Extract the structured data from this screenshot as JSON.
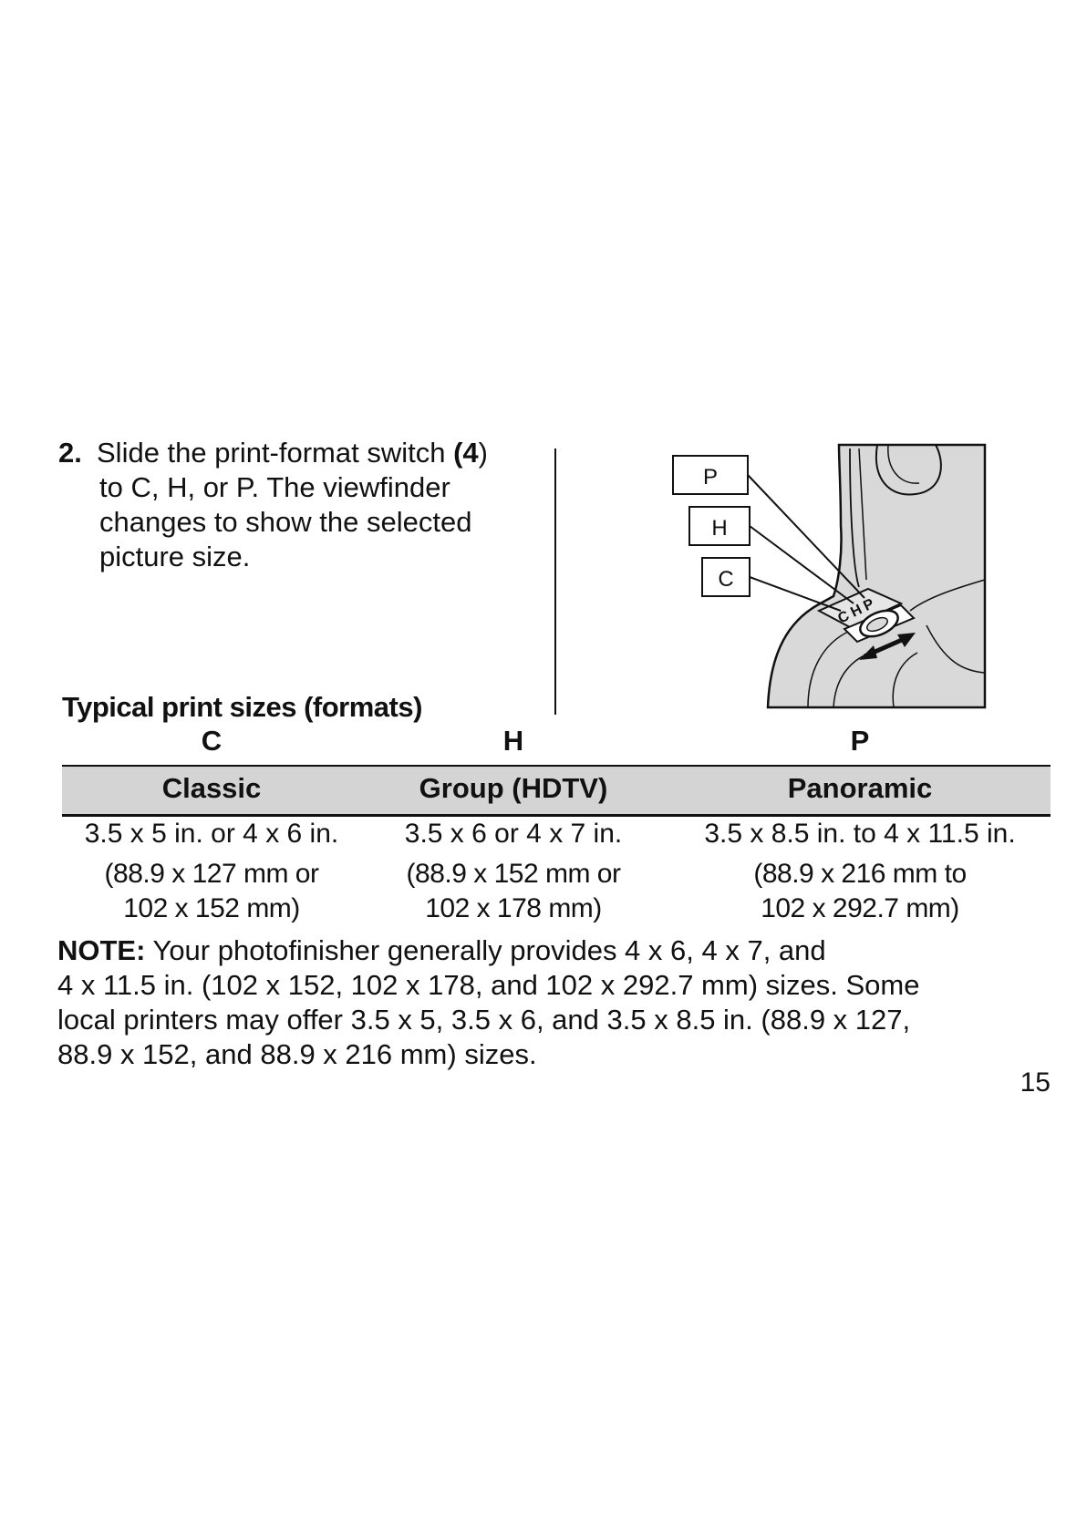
{
  "step": {
    "number": "2.",
    "text_before_ref": "Slide the print-format switch ",
    "ref_open": "(",
    "ref": "4",
    "ref_close": ")",
    "line2": "to C, H, or P. The viewfinder",
    "line3": "changes to show the selected",
    "line4": "picture size."
  },
  "figure": {
    "callout_p": "P",
    "callout_h": "H",
    "callout_c": "C",
    "switch_label": "CHP"
  },
  "sizes": {
    "heading": "Typical print sizes (formats)",
    "columns": [
      {
        "letter": "C",
        "format": "Classic",
        "inches": "3.5 x 5 in. or 4 x 6 in.",
        "mm_line1": "(88.9 x 127 mm or",
        "mm_line2": "102 x 152 mm)"
      },
      {
        "letter": "H",
        "format": "Group (HDTV)",
        "inches": "3.5 x 6 or 4 x 7 in.",
        "mm_line1": "(88.9 x 152 mm or",
        "mm_line2": "102 x 178 mm)"
      },
      {
        "letter": "P",
        "format": "Panoramic",
        "inches": "3.5 x 8.5 in. to 4 x 11.5 in.",
        "mm_line1": "(88.9 x 216 mm to",
        "mm_line2": "102 x 292.7 mm)"
      }
    ]
  },
  "note": {
    "label": "NOTE:",
    "line1": " Your photofinisher generally provides 4 x 6, 4 x 7, and",
    "line2": "4 x 11.5 in. (102 x 152, 102 x 178, and 102 x 292.7 mm) sizes. Some",
    "line3": "local printers may offer 3.5 x 5, 3.5 x 6, and 3.5 x 8.5 in. (88.9 x 127,",
    "line4": "88.9 x 152, and 88.9 x 216 mm) sizes."
  },
  "page_number": "15",
  "colors": {
    "text": "#111111",
    "band": "#d4d4d4",
    "figure_fill": "#d9d9d9"
  }
}
